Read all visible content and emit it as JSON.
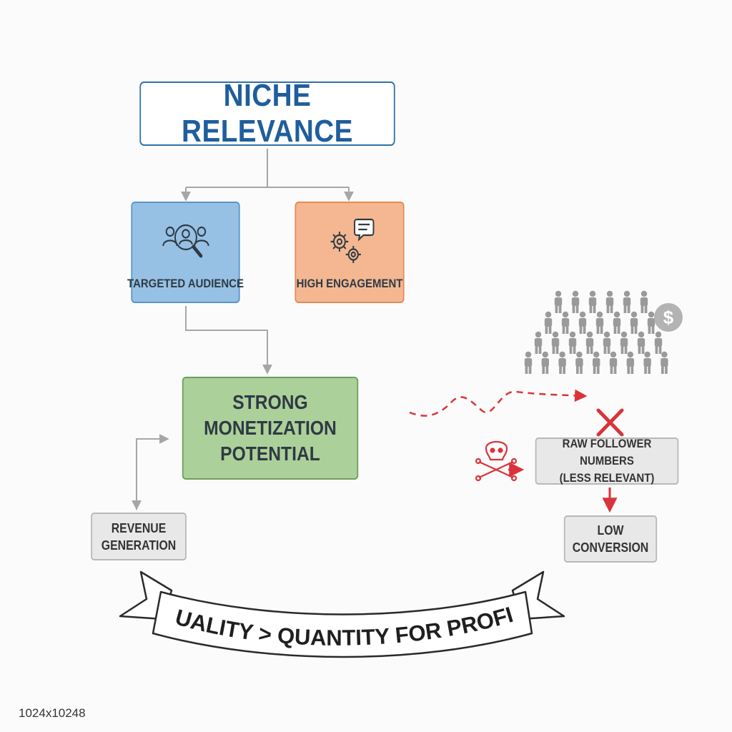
{
  "nodes": {
    "title": "NICHE RELEVANCE",
    "targeted": "TARGETED AUDIENCE",
    "engagement": "HIGH ENGAGEMENT",
    "monetization": [
      "STRONG",
      "MONETIZATION",
      "POTENTIAL"
    ],
    "revenue": [
      "REVENUE",
      "GENERATION"
    ],
    "raw": [
      "RAW FOLLOWER NUMBERS",
      "(LESS RELEVANT)"
    ],
    "low": [
      "LOW",
      "CONVERSION"
    ]
  },
  "banner": {
    "text": "QUALITY > QUANTITY FOR PROFIT"
  },
  "footer": {
    "size_label": "1024x10248"
  },
  "icons": {
    "audience": "audience-search-icon",
    "engagement": "gears-chat-icon",
    "crowd": "crowd-icon",
    "dollar": "dollar-coin-icon",
    "skull": "skull-crossbones-icon",
    "x": "x-mark-icon"
  },
  "colors": {
    "title_border": "#2f6fa8",
    "title_text": "#1f5e9c",
    "targeted_fill": "#97c1e4",
    "engagement_fill": "#f4b792",
    "monetization_fill": "#acd09a",
    "grey_fill": "#e8e8e8",
    "warning_red": "#d9343a",
    "arrow_grey": "#a6a6a6",
    "crowd_grey": "#9a9a9a"
  }
}
